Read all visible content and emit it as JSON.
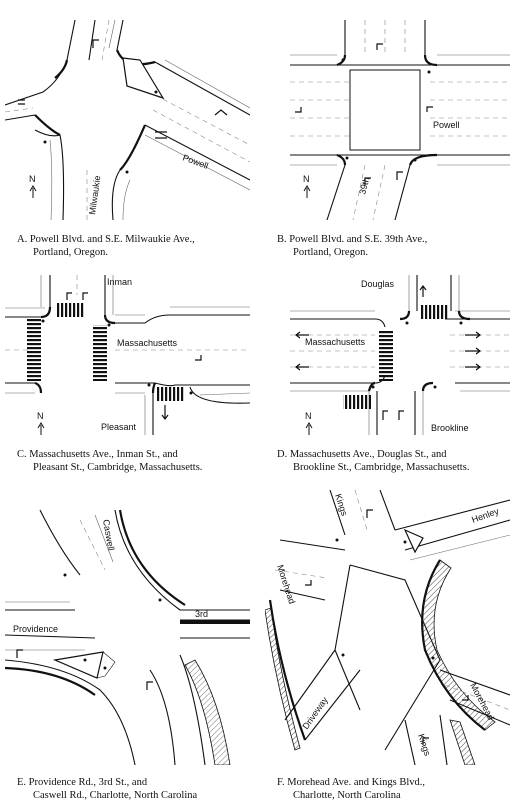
{
  "panels": {
    "a": {
      "caption": [
        "A. Powell Blvd. and S.E. Milwaukie Ave.,",
        "Portland, Oregon."
      ],
      "labels": {
        "street1": "Powell",
        "street2": "Milwaukie",
        "north": "N"
      }
    },
    "b": {
      "caption": [
        "B. Powell Blvd. and S.E. 39th Ave.,",
        "Portland, Oregon."
      ],
      "labels": {
        "street1": "Powell",
        "street2": "39th",
        "north": "N"
      }
    },
    "c": {
      "caption": [
        "C. Massachusetts Ave., Inman St., and",
        "Pleasant St., Cambridge, Massachusetts."
      ],
      "labels": {
        "street1": "Inman",
        "street2": "Massachusetts",
        "street3": "Pleasant",
        "north": "N"
      }
    },
    "d": {
      "caption": [
        "D. Massachusetts Ave., Douglas St., and",
        "Brookline St., Cambridge, Massachusetts."
      ],
      "labels": {
        "street1": "Douglas",
        "street2": "Massachusetts",
        "street3": "Brookline",
        "north": "N"
      }
    },
    "e": {
      "caption": [
        "E. Providence Rd., 3rd St., and",
        "Caswell Rd., Charlotte, North Carolina"
      ],
      "labels": {
        "street1": "Caswell",
        "street2": "Providence",
        "street3": "3rd"
      }
    },
    "f": {
      "caption": [
        "F. Morehead Ave. and Kings Blvd.,",
        "Charlotte, North Carolina"
      ],
      "labels": {
        "street1": "Kings",
        "street2": "Henley",
        "street3": "Morehead",
        "street4": "Driveway",
        "street5": "Morehead",
        "street6": "Kings"
      }
    }
  }
}
